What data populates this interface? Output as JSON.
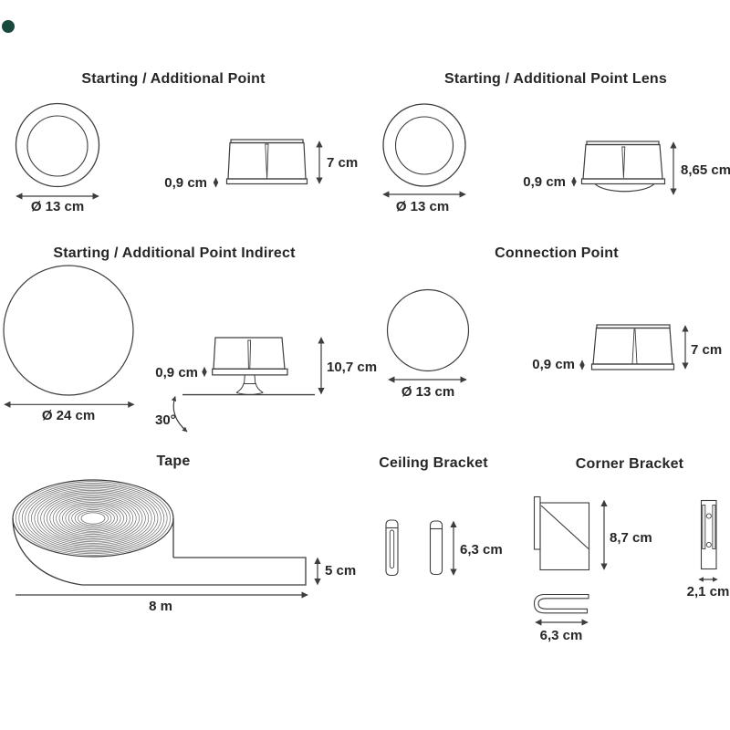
{
  "page": {
    "background": "#ffffff",
    "line_color": "#3d3d3d",
    "text_color": "#262626",
    "brand_dot_color": "#17493c"
  },
  "sections": {
    "starting_point": {
      "title": "Starting / Additional Point",
      "diameter": "Ø 13 cm",
      "height": "7 cm",
      "base_thickness": "0,9 cm"
    },
    "starting_point_lens": {
      "title": "Starting / Additional Point Lens",
      "diameter": "Ø 13 cm",
      "height": "8,65 cm",
      "base_thickness": "0,9 cm"
    },
    "starting_point_indirect": {
      "title": "Starting / Additional Point Indirect",
      "diameter": "Ø 24 cm",
      "height": "10,7 cm",
      "base_thickness": "0,9 cm",
      "tilt_angle": "30°"
    },
    "connection_point": {
      "title": "Connection Point",
      "diameter": "Ø 13 cm",
      "height": "7 cm",
      "base_thickness": "0,9 cm"
    },
    "tape": {
      "title": "Tape",
      "length": "8 m",
      "width": "5 cm"
    },
    "ceiling_bracket": {
      "title": "Ceiling Bracket",
      "height": "6,3 cm"
    },
    "corner_bracket": {
      "title": "Corner Bracket",
      "height": "8,7 cm",
      "depth": "2,1 cm",
      "width": "6,3 cm"
    }
  }
}
